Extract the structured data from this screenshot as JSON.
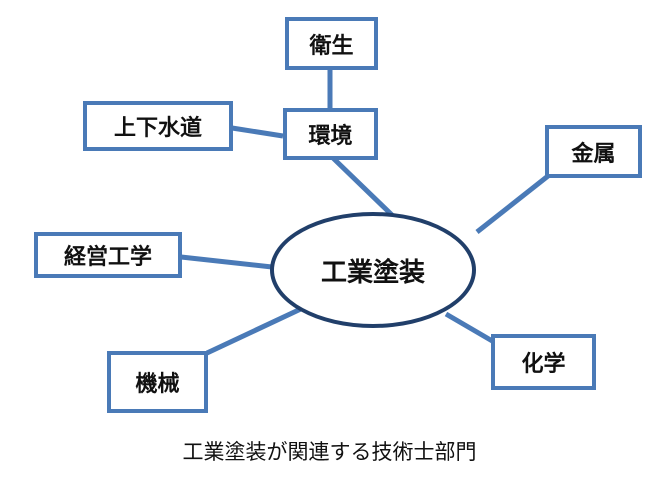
{
  "diagram": {
    "center": {
      "label": "工業塗装"
    },
    "nodes": [
      {
        "id": "eisei",
        "label": "衛生"
      },
      {
        "id": "kankyo",
        "label": "環境"
      },
      {
        "id": "josuido",
        "label": "上下水道"
      },
      {
        "id": "kinzoku",
        "label": "金属"
      },
      {
        "id": "keiei",
        "label": "経営工学"
      },
      {
        "id": "kikai",
        "label": "機械"
      },
      {
        "id": "kagaku",
        "label": "化学"
      }
    ],
    "edges": [
      [
        "eisei",
        "kankyo"
      ],
      [
        "josuido",
        "kankyo"
      ],
      [
        "kankyo",
        "center"
      ],
      [
        "kinzoku",
        "center"
      ],
      [
        "keiei",
        "center"
      ],
      [
        "kikai",
        "center"
      ],
      [
        "kagaku",
        "center"
      ]
    ],
    "caption": "工業塗装が関連する技術士部門",
    "colors": {
      "box_border": "#4a7ab7",
      "ellipse_border": "#213f6a",
      "edge": "#4a7ab7"
    }
  }
}
